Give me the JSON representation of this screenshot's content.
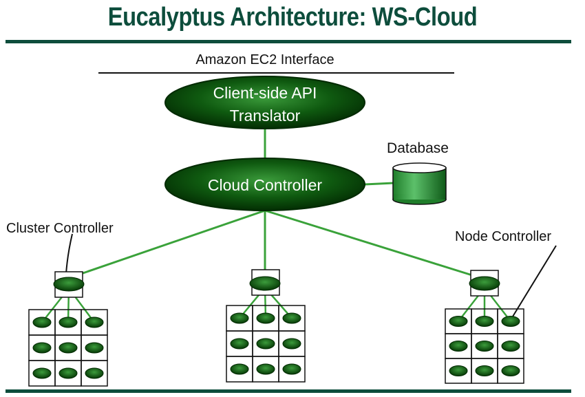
{
  "title": "Eucalyptus Architecture: WS-Cloud",
  "interface_label": "Amazon EC2 Interface",
  "translator": {
    "line1": "Client-side API",
    "line2": "Translator"
  },
  "cloud_controller": "Cloud Controller",
  "database": "Database",
  "cluster_controller_label": "Cluster Controller",
  "node_controller_label": "Node Controller",
  "colors": {
    "title": "#0d4d3c",
    "rule": "#0d4d3c",
    "link": "#3aa23a",
    "oval_dark": "#053a05",
    "oval_light": "#2e8b2e"
  }
}
